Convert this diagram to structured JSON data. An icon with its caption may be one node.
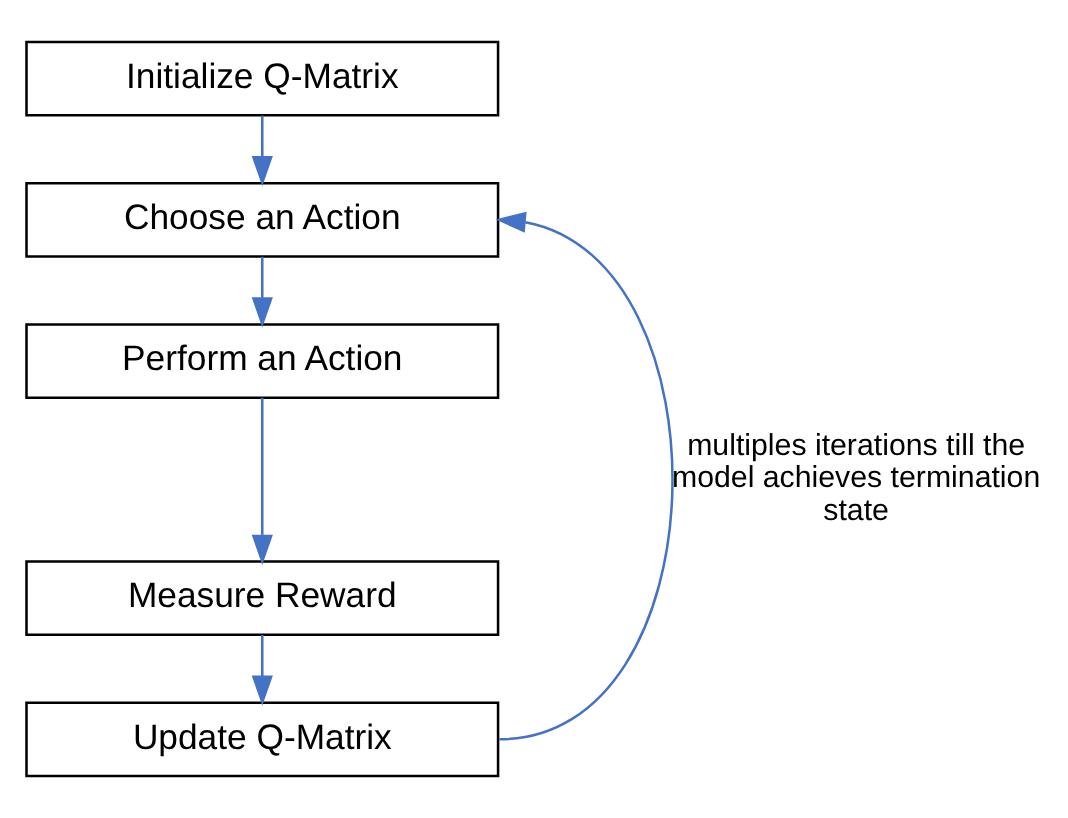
{
  "diagram": {
    "nodes": [
      {
        "text": [
          "Initialize Q-Matrix"
        ]
      },
      {
        "text": [
          "Choose an Action"
        ]
      },
      {
        "text": [
          "Perform an Action"
        ]
      },
      {
        "text": [
          "Measure Reward"
        ]
      },
      {
        "text": [
          "Update Q-Matrix"
        ]
      }
    ],
    "edges": [
      {
        "from": 0,
        "to": 1,
        "arrow": "to"
      },
      {
        "from": 1,
        "to": 2,
        "arrow": "to"
      },
      {
        "from": 2,
        "to": 3,
        "arrow": "to"
      },
      {
        "from": 3,
        "to": 4,
        "arrow": "to"
      },
      {
        "from": 4,
        "to": 1,
        "arrow": "to",
        "label": "multiples iterations till the model achieves termination state"
      }
    ]
  }
}
